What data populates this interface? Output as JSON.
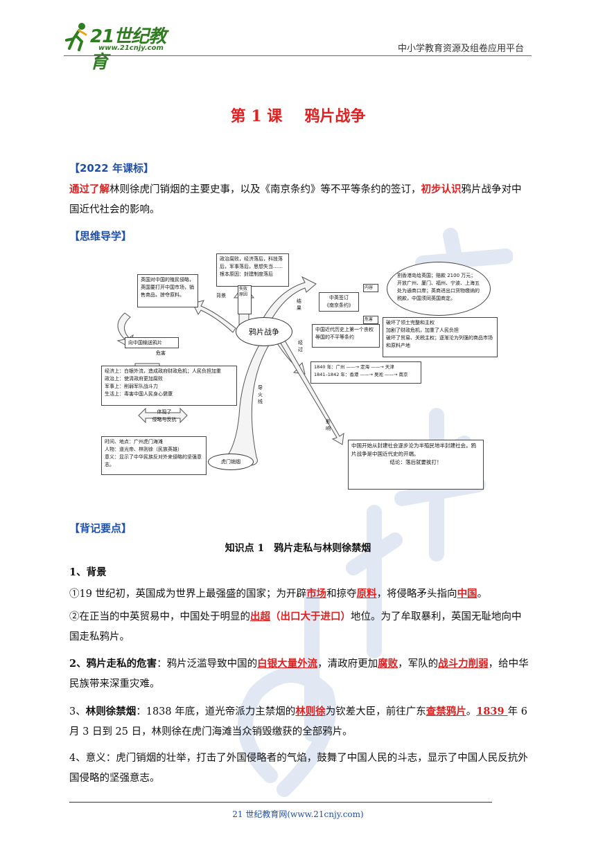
{
  "header": {
    "logo_text": "21世纪教育",
    "logo_url": "www.21cnjy.com",
    "platform": "中小学教育资源及组卷应用平台"
  },
  "title": {
    "lesson": "第 1 课",
    "name": "鸦片战争"
  },
  "sections": {
    "standard": "【2022 年课标】",
    "mindmap": "【思维导学】",
    "memory": "【背记要点】"
  },
  "standard_text": {
    "p1": "通过了解",
    "p2": "林则徐虎门销烟的主要史事，以及《南京条约》等不平等条约的签订，",
    "p3": "初步认识",
    "p4": "鸦片战争对中国近代社会的影响。"
  },
  "mindmap": {
    "center": "鸦片战争",
    "top_box": [
      "政治腐败，经济落后，科技落后，军事落后，思想失当……",
      "根本原因：封建制度落后"
    ],
    "root_cause_tag": "失败原因",
    "left_top_box": [
      "英国对中国的殖民侵略，",
      "英国要打开中国市场，销售商品，掠夺原料。"
    ],
    "bg_label": "背景",
    "smuggle_box": "向中国输送鸦片",
    "harm_label": "危害",
    "harm_box": [
      "经济上：白银外流，造成政府财政危机；人民负担加重",
      "政治上：使清政府更加腐败",
      "军事上：削弱军队战斗力",
      "生活上：毒害中国人民身心健康"
    ],
    "embody_box": [
      "体现了",
      "侵略与反抗"
    ],
    "lin_box": [
      "时间、地点：广州虎门海滩",
      "人物：道光帝、林则徐（民族英雄）",
      "意义：显示了中华民族反对外来侵略的坚强意志。"
    ],
    "humen": "虎门销烟",
    "fuse_label": "导火线",
    "result_label": "结果",
    "treaty_box": [
      "中英签订",
      "《南京条约》"
    ],
    "content_tag": "内容",
    "content_box": [
      "割香港岛给英国；赔款 2100 万元；开放广州、厦门、福州、宁波、上海五处为通商口岸；英商进出口货物缴纳的税款，中国须同英国商定。"
    ],
    "impact_tag": "危害",
    "impact_box": [
      "破坏了领土完整和主权",
      "加剧了财政危机，加重了人民负担",
      "破坏了贸易、关税主权；逐渐沦为列强的商品市场和原料产地"
    ],
    "first_treaty": [
      "中国近代历史上第一个丧权辱国的不平等条约"
    ],
    "course_label": "经过",
    "course_box": [
      "1840 年：广州 ——→ 定海 ——→ 天津",
      "1841–1842 年：香港 ——→ 吴淞 ——→ 南京"
    ],
    "influence_label": "影响",
    "influence_box": [
      "中国开始从封建社会逐步沦为半殖民地半封建社会。鸦片战争是中国近代史的开端。",
      "结论：落后就要挨打！"
    ]
  },
  "knowledge1": {
    "title": "知识点 1　鸦片走私与林则徐禁烟",
    "bg_head": "1、背景",
    "bg1": {
      "a": "①19 世纪初，英国成为世界上最强盛的国家；为开辟",
      "k1": "市场",
      "b": "和掠夺",
      "k2": "原料",
      "c": "，将侵略矛头指向",
      "k3": "中国",
      "d": "。"
    },
    "bg2": {
      "a": "②在正当的中英贸易中，中国处于明显的",
      "k1": "出超",
      "b": "（出口大于进口）",
      "c": "地位。为了牟取暴利，英国无耻地向中国走私鸦片。"
    },
    "harm": {
      "head": "2、鸦片走私的危害",
      "a": "：鸦片泛滥导致中国的",
      "k1": "白银大量外流",
      "b": "，清政府更加",
      "k2": "腐败",
      "c": "，军队的",
      "k3": "战斗力削弱",
      "d": "，给中华民族带来深重灾难。"
    },
    "lin": {
      "head": "3、",
      "head_b": "林则徐禁烟",
      "a": "：1838 年底，道光帝派力主禁烟的",
      "k1": "林则徐",
      "b": "为钦差大臣，前往广东",
      "k2": "查禁鸦片",
      "c": "。",
      "k3": "1839 ",
      "d": "年 6 月 3 日到 25 日，林则徐在虎门海滩当众销毁缴获的全部鸦片。"
    },
    "meaning": "4、意义：虎门销烟的壮举，打击了外国侵略者的气焰，鼓舞了中国人民的斗志，显示了中国人民反抗外国侵略的坚强意志。"
  },
  "footer": {
    "text": "21 世纪教育网(www.21cnjy.com)"
  },
  "colors": {
    "red": "#e02020",
    "blue": "#1f4fa8",
    "green": "#2e7d1f"
  }
}
